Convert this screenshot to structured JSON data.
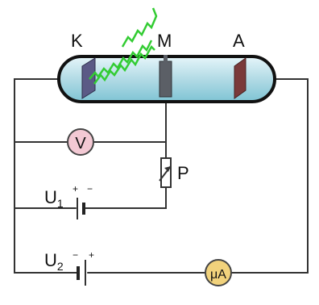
{
  "labels": {
    "cathode": "K",
    "grid": "M",
    "anode": "A",
    "potentiometer": "P",
    "voltmeter": "V",
    "microammeter": "μA",
    "battery1_base": "U",
    "battery1_sub": "1",
    "battery2_base": "U",
    "battery2_sub": "2"
  },
  "colors": {
    "wire": "#333333",
    "tube_outline": "#111111",
    "tube_fill": "#b9dfe8",
    "cathode_plate": "#5b5a86",
    "grid_plate": "#5b5f66",
    "anode_plate": "#7a3a3a",
    "light_rays": "#33cc33",
    "voltmeter_fill": "#f3c9d4",
    "microammeter_fill": "#f1d27c"
  },
  "icons": {
    "light": "zigzag-light-rays-icon",
    "voltmeter": "voltmeter-icon",
    "microammeter": "microammeter-icon",
    "potentiometer": "potentiometer-icon",
    "battery": "battery-icon"
  }
}
